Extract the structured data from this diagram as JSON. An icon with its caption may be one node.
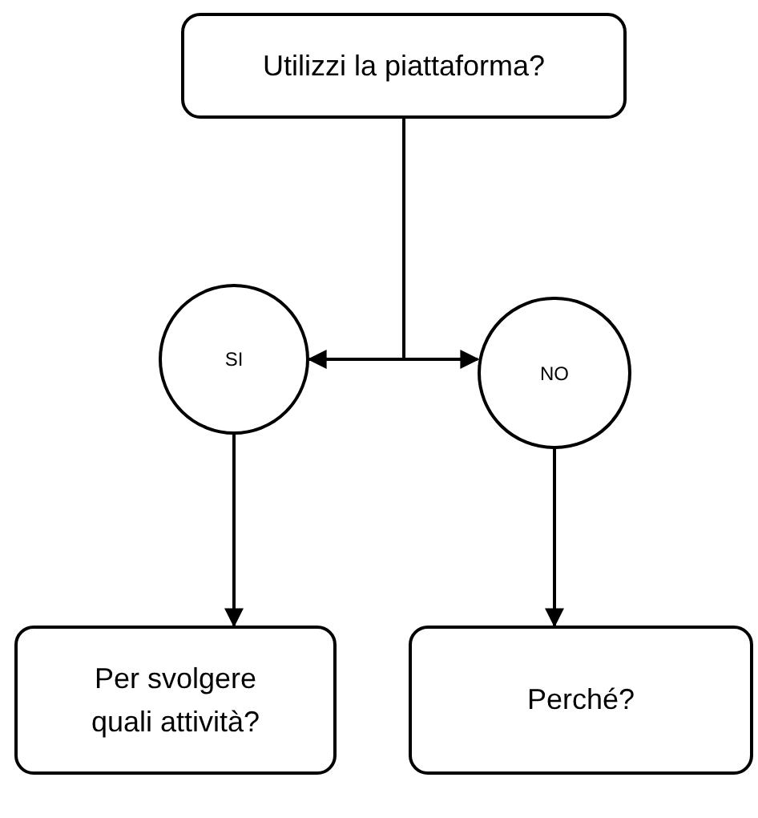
{
  "diagram": {
    "nodes": [
      {
        "text": [
          "Utilizzi la piattaforma?"
        ]
      },
      {
        "text": [
          "SI"
        ]
      },
      {
        "text": [
          "NO"
        ]
      },
      {
        "text": [
          "Per svolgere quali attività?"
        ]
      },
      {
        "text": [
          "Perché?"
        ]
      }
    ],
    "edges": [
      {
        "from": 0,
        "to": 1,
        "arrow": "to"
      },
      {
        "from": 0,
        "to": 2,
        "arrow": "to"
      },
      {
        "from": 1,
        "to": 3,
        "arrow": "to"
      },
      {
        "from": 2,
        "to": 4,
        "arrow": "to"
      }
    ]
  }
}
